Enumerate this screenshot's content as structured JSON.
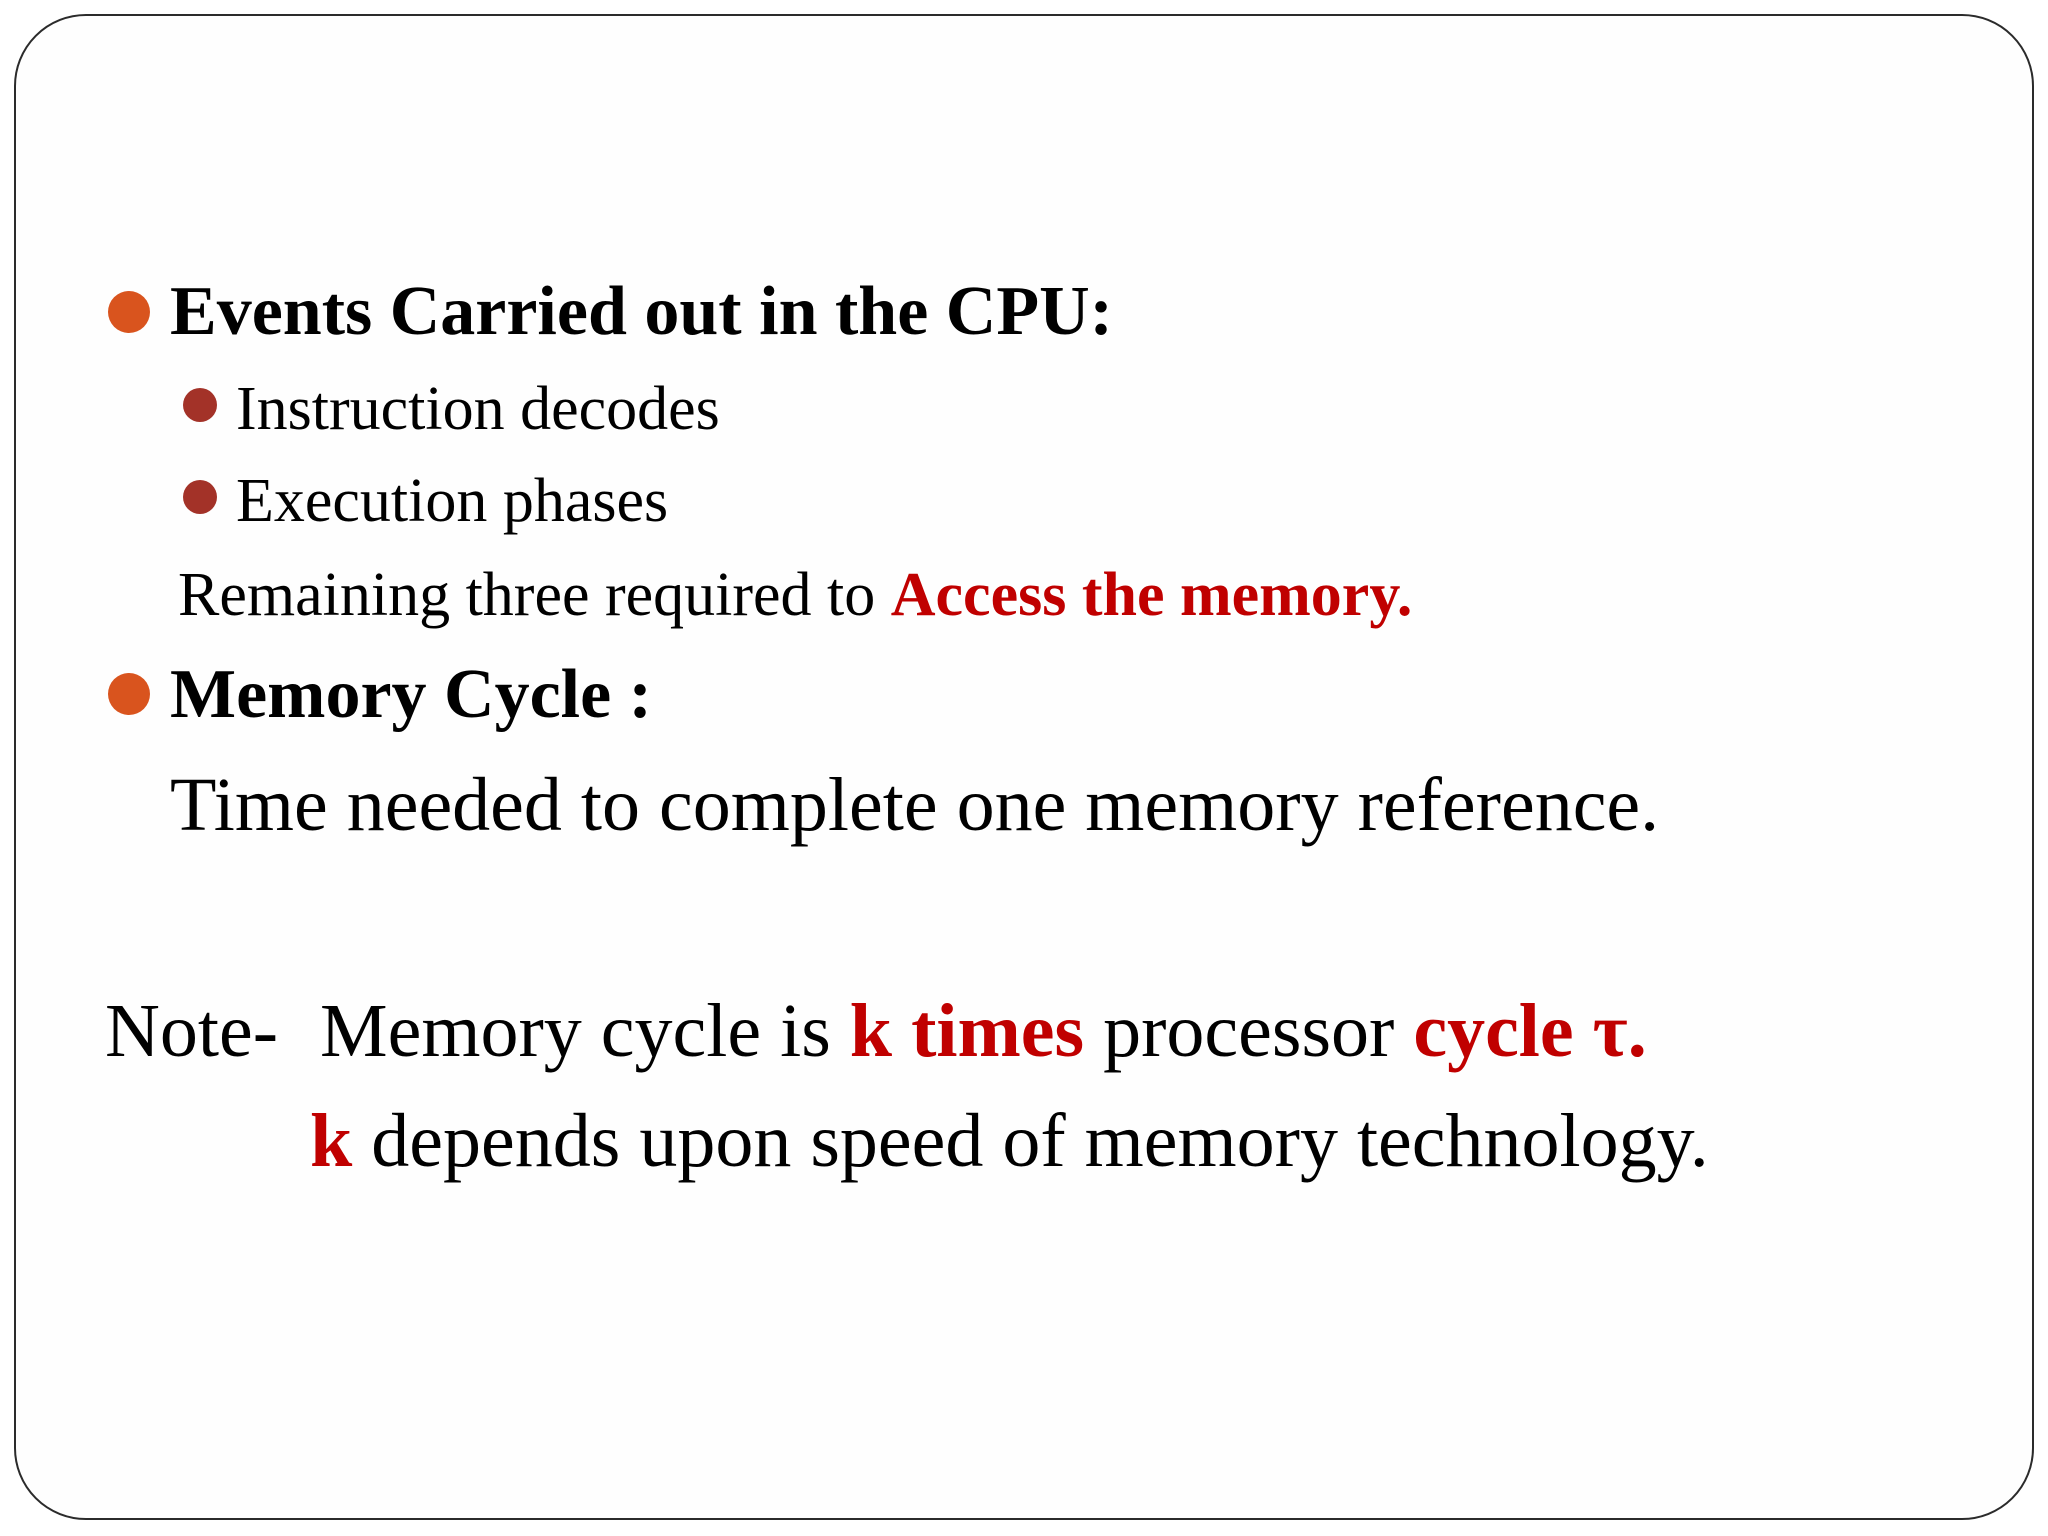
{
  "colors": {
    "bullet_level1": "#d9541e",
    "bullet_level2": "#a33228",
    "emphasis_red": "#c00000",
    "frame_border": "#2b2b2b"
  },
  "slide": {
    "bullets": [
      {
        "heading": "Events Carried out in the CPU:",
        "sub_items": [
          "Instruction decodes",
          "Execution phases"
        ],
        "follow_up": {
          "text": "Remaining three required to ",
          "emphasis": "Access the memory."
        }
      },
      {
        "heading": "Memory Cycle :",
        "description": "Time needed to complete one memory reference."
      }
    ],
    "note": {
      "prefix": "Note-",
      "line1": {
        "part1": "Memory cycle is ",
        "emphasis1": "k times",
        "part2": " processor ",
        "emphasis2": "cycle τ."
      },
      "line2": {
        "emphasis": "k",
        "text": " depends upon speed of memory technology."
      }
    }
  }
}
